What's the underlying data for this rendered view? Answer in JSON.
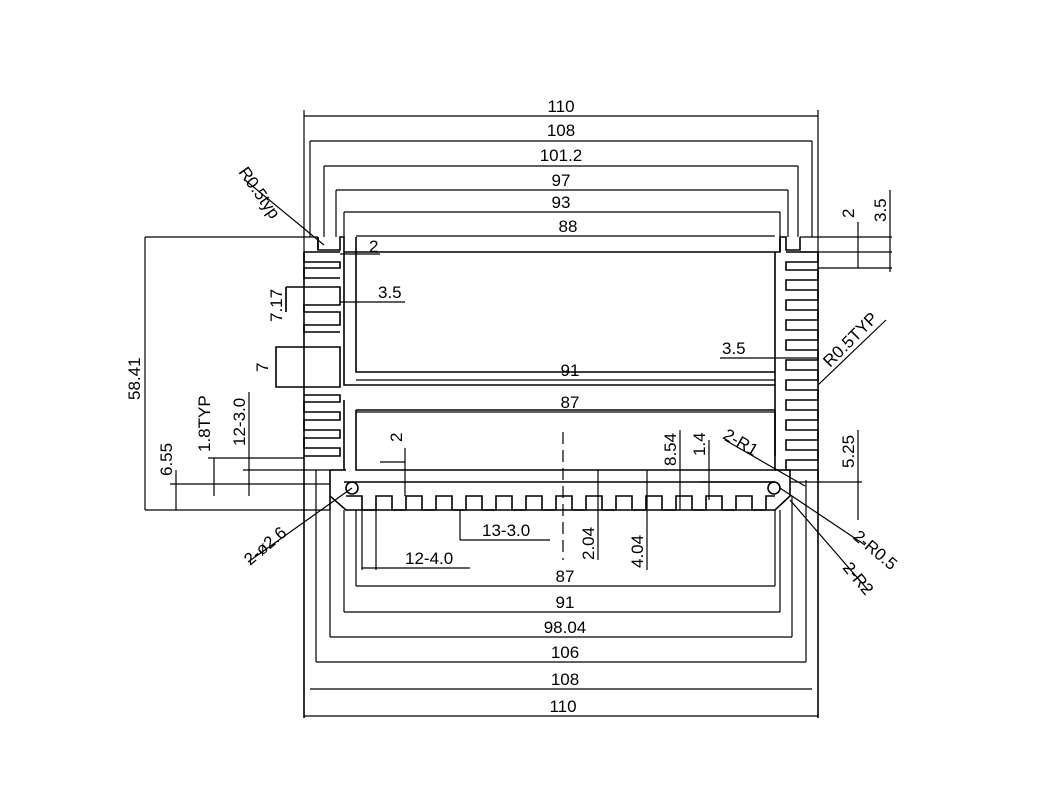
{
  "dimensions_top": [
    "110",
    "108",
    "101.2",
    "97",
    "93",
    "88"
  ],
  "dimensions_bottom": [
    "87",
    "91",
    "98.04",
    "106",
    "108",
    "110"
  ],
  "inner_widths": [
    "91",
    "87"
  ],
  "left_labels": {
    "r_top": "R0.5typ",
    "gap": "2",
    "rib_thick": "3.5",
    "h717": "7.17",
    "h7": "7",
    "overall_height": "58.41",
    "h655": "6.55",
    "typ18": "1.8TYP",
    "slots_left": "12-3.0",
    "hole": "2-ø2.6",
    "step2": "2"
  },
  "right_labels": {
    "d2": "2",
    "d35": "3.5",
    "r_typ": "R0.5TYP",
    "rib_thick": "3.5",
    "d854": "8.54",
    "d14": "1.4",
    "r1": "2-R1",
    "d525": "5.25",
    "r05": "2-R0.5",
    "r2": "2-R2"
  },
  "bottom_labels": {
    "slots_13": "13-3.0",
    "slots_12": "12-4.0",
    "d204": "2.04",
    "d404": "4.04"
  }
}
